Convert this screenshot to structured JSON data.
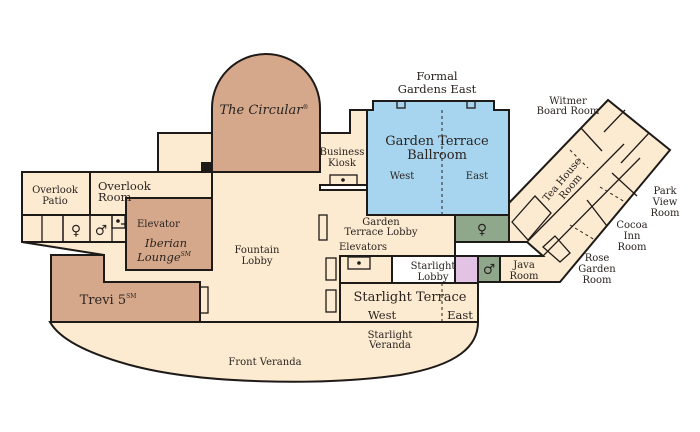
{
  "colors": {
    "floor": "#fcebd1",
    "event_room": "#d6a88b",
    "ballroom": "#a7d5ef",
    "restroom": "#8fa88c",
    "service": "#e3c3e3",
    "elevator": "#c7ebea",
    "wall": "#1e1a18"
  },
  "labels": {
    "formal_gardens_1": "Formal",
    "formal_gardens_2": "Gardens East",
    "ballroom_1": "Garden Terrace",
    "ballroom_2": "Ballroom",
    "ballroom_west": "West",
    "ballroom_east": "East",
    "circular": "The Circular",
    "circular_mark": "®",
    "kiosk_1": "Business",
    "kiosk_2": "Kiosk",
    "witmer_1": "Witmer",
    "witmer_2": "Board Room",
    "tea_1": "Tea House",
    "tea_2": "Room",
    "park_1": "Park",
    "park_2": "View",
    "park_3": "Room",
    "cocoa_1": "Cocoa",
    "cocoa_2": "Inn",
    "cocoa_3": "Room",
    "rose_1": "Rose",
    "rose_2": "Garden",
    "rose_3": "Room",
    "java_1": "Java",
    "java_2": "Room",
    "gt_lobby_1": "Garden",
    "gt_lobby_2": "Terrace Lobby",
    "elevators": "Elevators",
    "starlight_lobby_1": "Starlight",
    "starlight_lobby_2": "Lobby",
    "starlight_terrace": "Starlight Terrace",
    "terrace_west": "West",
    "terrace_east": "East",
    "starlight_veranda_1": "Starlight",
    "starlight_veranda_2": "Veranda",
    "fountain_1": "Fountain",
    "fountain_2": "Lobby",
    "overlook_patio_1": "Overlook",
    "overlook_patio_2": "Patio",
    "overlook_room_1": "Overlook",
    "overlook_room_2": "Room",
    "elevator": "Elevator",
    "iberian_1": "Iberian",
    "iberian_2": "Lounge",
    "trevi": "Trevi 5",
    "sm": "SM",
    "front_veranda": "Front Veranda"
  },
  "icons": [
    "womens-restroom-icon",
    "mens-restroom-icon",
    "elevator-icon",
    "stairs-icon"
  ]
}
